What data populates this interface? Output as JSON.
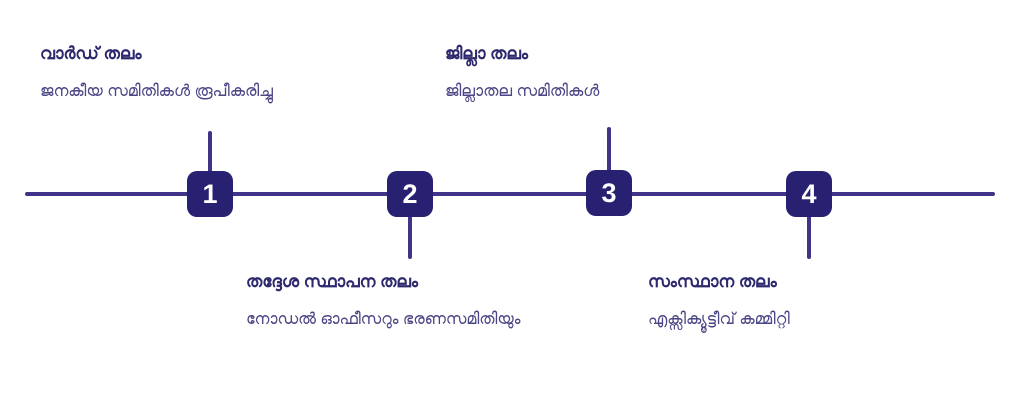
{
  "diagram": {
    "type": "horizontal-timeline",
    "colors": {
      "background": "#ffffff",
      "line": "#3f3488",
      "node_fill": "#282071",
      "node_number": "#ffffff",
      "title_text": "#2d296d",
      "subtitle_text": "#4a4585"
    },
    "steps": [
      {
        "number": "1",
        "label_position": "above",
        "title": "വാർഡ് തലം",
        "subtitle": "ജനകീയ സമിതികൾ രൂപീകരിച്ചു"
      },
      {
        "number": "2",
        "label_position": "below",
        "title": "തദ്ദേശ സ്ഥാപന തലം",
        "subtitle": "നോഡൽ ഓഫീസറും ഭരണസമിതിയും"
      },
      {
        "number": "3",
        "label_position": "above",
        "title": "ജില്ലാ തലം",
        "subtitle": "ജില്ലാതല സമിതികൾ"
      },
      {
        "number": "4",
        "label_position": "below",
        "title": "സംസ്ഥാന തലം",
        "subtitle": "എക്സിക്യൂട്ടീവ് കമ്മിറ്റി"
      }
    ]
  }
}
